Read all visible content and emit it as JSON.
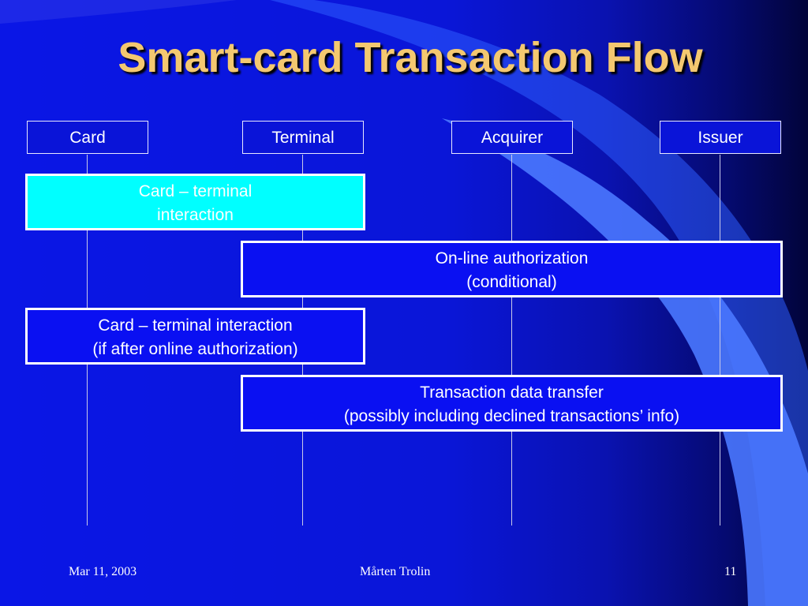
{
  "slide": {
    "title": "Smart-card Transaction Flow"
  },
  "actors": [
    {
      "label": "Card"
    },
    {
      "label": "Terminal"
    },
    {
      "label": "Acquirer"
    },
    {
      "label": "Issuer"
    }
  ],
  "messages": [
    {
      "line1": "Card – terminal",
      "line2": "interaction"
    },
    {
      "line1": "On-line authorization",
      "line2": "(conditional)"
    },
    {
      "line1": "Card – terminal interaction",
      "line2": "(if after online authorization)"
    },
    {
      "line1": "Transaction data transfer",
      "line2": "(possibly including declined transactions’ info)"
    }
  ],
  "footer": {
    "date": "Mar 11, 2003",
    "author": "Mårten Trolin",
    "page": "11"
  },
  "colors": {
    "background": "#0a16e6",
    "title": "#f4c870",
    "highlight_box": "#00ffff",
    "swoosh": "#3a68ff"
  }
}
